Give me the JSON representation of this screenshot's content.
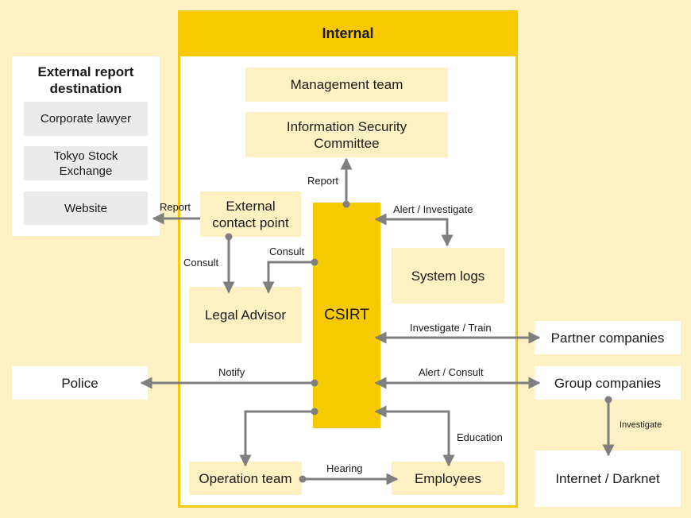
{
  "internal": {
    "title": "Internal"
  },
  "external_panel": {
    "title_line1": "External report",
    "title_line2": "destination",
    "items": [
      "Corporate lawyer",
      "Tokyo Stock",
      "Exchange",
      "Website"
    ]
  },
  "nodes": {
    "management_team": "Management team",
    "info_security_line1": "Information Security",
    "info_security_line2": "Committee",
    "external_contact_line1": "External",
    "external_contact_line2": "contact point",
    "csirt": "CSIRT",
    "system_logs": "System logs",
    "legal_advisor": "Legal Advisor",
    "operation_team": "Operation team",
    "employees": "Employees",
    "police": "Police",
    "partner_companies": "Partner companies",
    "group_companies": "Group companies",
    "internet_darknet": "Internet / Darknet"
  },
  "edge_labels": {
    "report_up": "Report",
    "report_left": "Report",
    "alert_investigate": "Alert / Investigate",
    "consult_left": "Consult",
    "consult_csirt": "Consult",
    "investigate_train": "Investigate / Train",
    "notify": "Notify",
    "alert_consult": "Alert / Consult",
    "education": "Education",
    "hearing": "Hearing",
    "investigate": "Investigate"
  },
  "colors": {
    "background": "#fdf1c3",
    "accent_yellow": "#f7c900",
    "box_light_yellow": "#fdf1c3",
    "box_gray": "#ebebeb",
    "arrow_gray": "#7f7f7f"
  }
}
